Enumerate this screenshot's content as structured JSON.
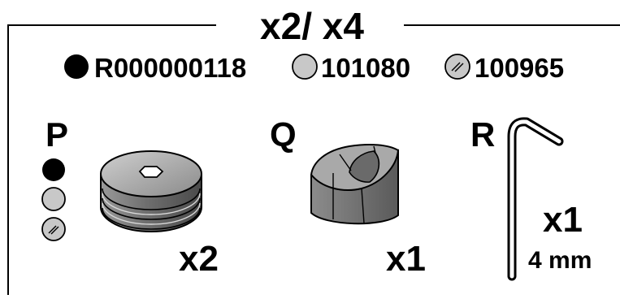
{
  "header": {
    "quantity_title": "x2/ x4"
  },
  "legend": {
    "items": [
      {
        "swatch": "black",
        "code": "R000000118"
      },
      {
        "swatch": "grey",
        "code": "101080"
      },
      {
        "swatch": "hatched",
        "code": "100965"
      }
    ]
  },
  "parts": [
    {
      "letter": "P",
      "name": "plug-screw",
      "qty": "x2"
    },
    {
      "letter": "Q",
      "name": "cam-connector",
      "qty": "x1"
    },
    {
      "letter": "R",
      "name": "allen-key",
      "qty": "x1",
      "size": "4 mm"
    }
  ],
  "colors": {
    "black": "#000000",
    "grey": "#c8c8c8",
    "hatched": "#c8c8c8",
    "outline": "#000000",
    "part_shade_dark": "#555555",
    "part_shade_light": "#bdbdbd"
  }
}
